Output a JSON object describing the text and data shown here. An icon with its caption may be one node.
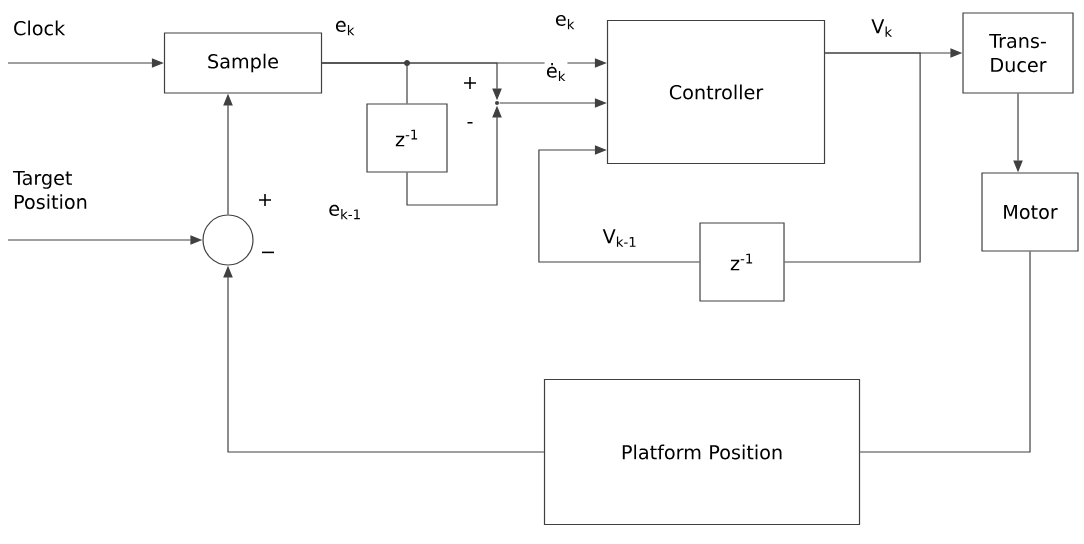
{
  "diagram": {
    "nodes": [
      {
        "text": [
          "Clock"
        ]
      },
      {
        "text": [
          "Sample"
        ]
      },
      {
        "text": [
          "Target Position"
        ]
      },
      {
        "text": [],
        "shape": "circle"
      },
      {
        "text": [
          "z$^{-1}$"
        ]
      },
      {
        "text": [],
        "shape": "point"
      },
      {
        "text": [
          "Controller"
        ]
      },
      {
        "text": [
          "Trans- Ducer"
        ]
      },
      {
        "text": [
          "Motor"
        ]
      },
      {
        "text": [
          "z$^{-1}$"
        ]
      },
      {
        "text": [
          "Platform Position"
        ]
      }
    ],
    "edges": [
      {
        "from": 0,
        "to": 1,
        "arrow": "to"
      },
      {
        "from": 1,
        "to": 6,
        "arrow": "to",
        "label": "e$_{k}$"
      },
      {
        "from": 1,
        "to": 4,
        "arrow": "none"
      },
      {
        "from": 1,
        "to": 5,
        "arrow": "to"
      },
      {
        "from": 4,
        "to": 5,
        "arrow": "to",
        "label": "e$_{k-1}$"
      },
      {
        "from": 5,
        "to": 6,
        "arrow": "to",
        "label": "ė$_{k}$"
      },
      {
        "from": 6,
        "to": 7,
        "arrow": "to",
        "label": "V$_{k}$"
      },
      {
        "from": 6,
        "to": 9,
        "arrow": "none"
      },
      {
        "from": 9,
        "to": 6,
        "arrow": "to",
        "label": "V$_{k-1}$"
      },
      {
        "from": 7,
        "to": 8,
        "arrow": "to"
      },
      {
        "from": 8,
        "to": 10,
        "arrow": "none"
      },
      {
        "from": 10,
        "to": 3,
        "arrow": "to"
      },
      {
        "from": 2,
        "to": 3,
        "arrow": "to"
      },
      {
        "from": 3,
        "to": 1,
        "arrow": "to"
      }
    ],
    "labels": [
      "e$_{k}$",
      "+",
      "−",
      "+",
      "-"
    ]
  }
}
